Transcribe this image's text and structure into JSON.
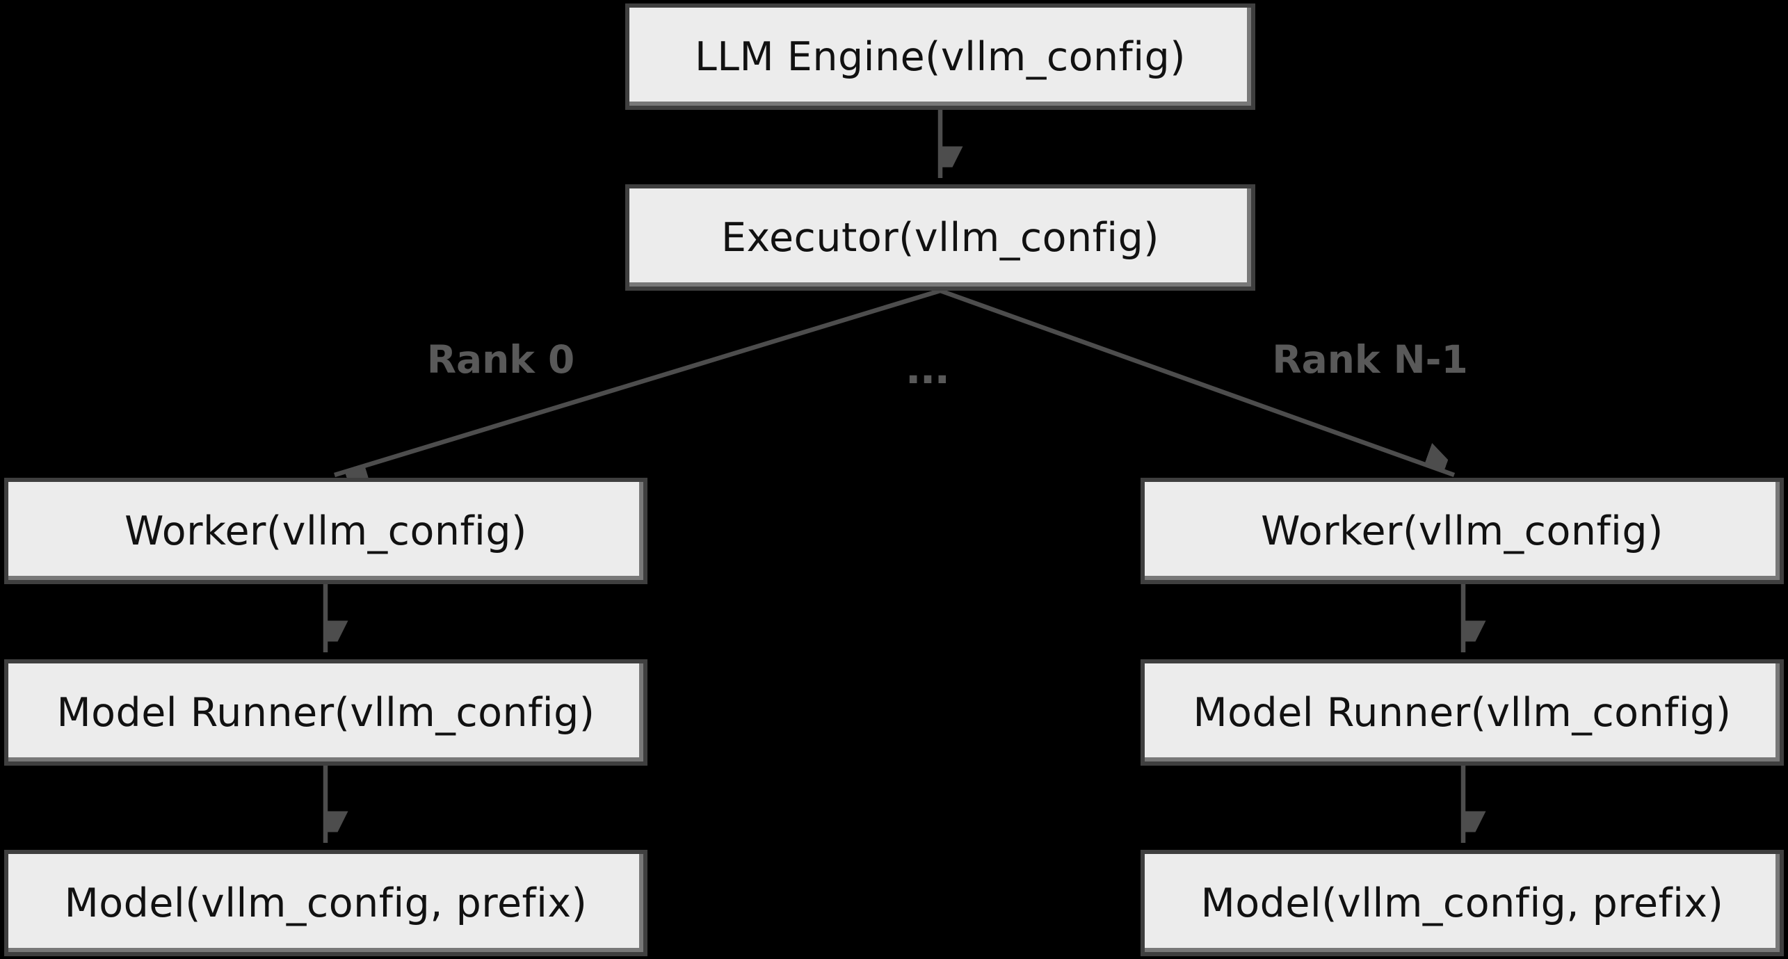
{
  "colors": {
    "bg": "#000000",
    "box-fill": "#ececec",
    "box-border": "#3f3f3f",
    "box-bevel": "#787878",
    "box-text": "#111111",
    "line": "#4d4d4d",
    "label": "#595959"
  },
  "diagram": {
    "nodes": {
      "llm_engine": {
        "label": "LLM Engine(vllm_config)"
      },
      "executor": {
        "label": "Executor(vllm_config)"
      },
      "worker_left": {
        "label": "Worker(vllm_config)"
      },
      "worker_right": {
        "label": "Worker(vllm_config)"
      },
      "model_runner_left": {
        "label": "Model Runner(vllm_config)"
      },
      "model_runner_right": {
        "label": "Model Runner(vllm_config)"
      },
      "model_left": {
        "label": "Model(vllm_config, prefix)"
      },
      "model_right": {
        "label": "Model(vllm_config, prefix)"
      }
    },
    "edges": [
      {
        "from": "llm_engine",
        "to": "executor",
        "label": ""
      },
      {
        "from": "executor",
        "to": "worker_left",
        "label": "Rank 0"
      },
      {
        "from": "executor",
        "to": "worker_right",
        "label": "Rank N-1"
      },
      {
        "from": "worker_left",
        "to": "model_runner_left",
        "label": ""
      },
      {
        "from": "worker_right",
        "to": "model_runner_right",
        "label": ""
      },
      {
        "from": "model_runner_left",
        "to": "model_left",
        "label": ""
      },
      {
        "from": "model_runner_right",
        "to": "model_right",
        "label": ""
      }
    ],
    "ellipsis": "..."
  }
}
